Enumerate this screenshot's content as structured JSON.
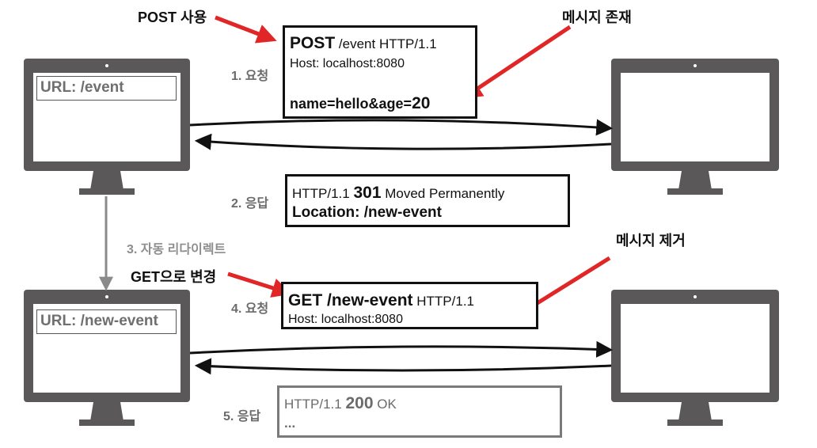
{
  "top_left_url": "URL: /event",
  "bottom_left_url": "URL: /new-event",
  "callouts": {
    "post_use": "POST 사용",
    "message_exists": "메시지 존재",
    "get_change": "GET으로 변경",
    "message_removed": "메시지 제거"
  },
  "steps": {
    "s1": "1. 요청",
    "s2": "2. 응답",
    "s3": "3. 자동 리다이렉트",
    "s4": "4. 요청",
    "s5": "5. 응답"
  },
  "req1": {
    "method": "POST",
    "path_version": " /event HTTP/1.1",
    "host": "Host: localhost:8080",
    "body_text": "name=hello&age=",
    "body_num": "20"
  },
  "resp1": {
    "version": "HTTP/1.1 ",
    "code": "301",
    "reason": " Moved Permanently",
    "location": "Location: /new-event"
  },
  "req2": {
    "method_path": "GET /new-event",
    "version": " HTTP/1.1",
    "host": "Host: localhost:8080"
  },
  "resp2": {
    "version": "HTTP/1.1 ",
    "code": "200",
    "reason": " OK",
    "ellipsis": "..."
  },
  "colors": {
    "monitor": "#5a5858",
    "red_arrow": "#e02626",
    "gray_text": "#6b6b6b",
    "redirect_arrow": "#8a8a8a"
  }
}
